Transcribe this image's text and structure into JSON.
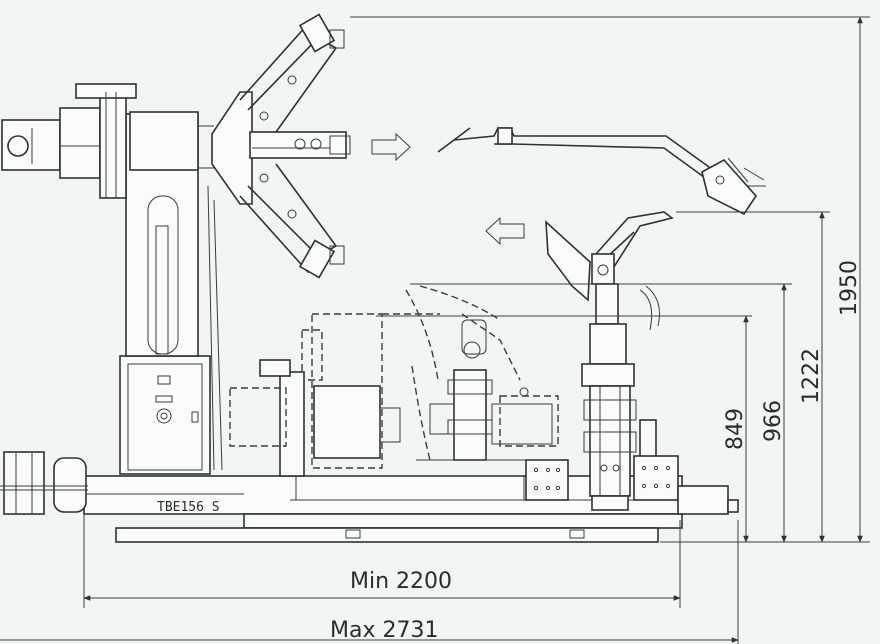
{
  "machine": {
    "model_label": "TBE156 S"
  },
  "dimensions": {
    "height_total": "1950",
    "height_arm": "1222",
    "height_clamp": "966",
    "height_table": "849",
    "width_min": "Min  2200",
    "width_max": "Max  2731"
  }
}
